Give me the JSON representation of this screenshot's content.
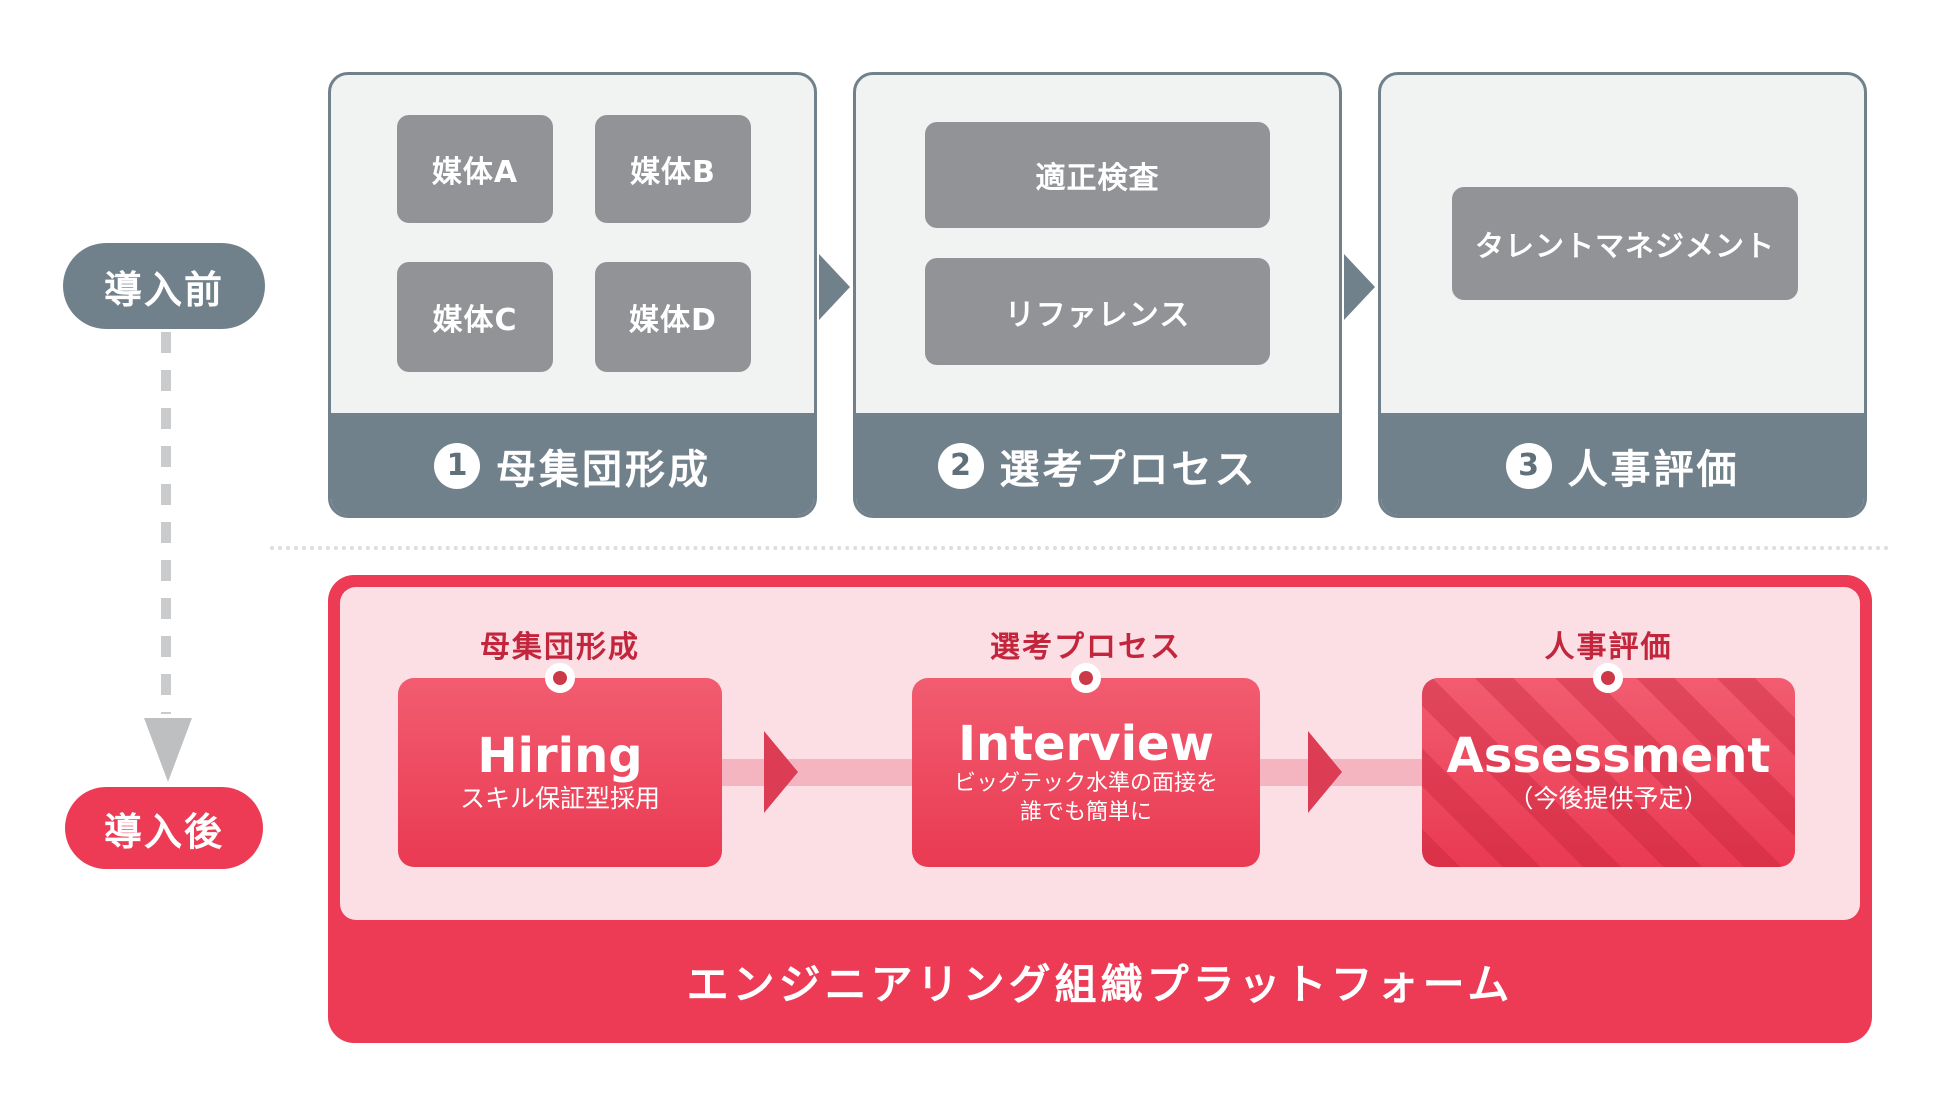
{
  "before": {
    "pill": "導入前",
    "cards": [
      {
        "number": "1",
        "title": "母集団形成",
        "items": [
          "媒体A",
          "媒体B",
          "媒体C",
          "媒体D"
        ]
      },
      {
        "number": "2",
        "title": "選考プロセス",
        "items": [
          "適正検査",
          "リファレンス"
        ]
      },
      {
        "number": "3",
        "title": "人事評価",
        "items": [
          "タレントマネジメント"
        ]
      }
    ]
  },
  "after": {
    "pill": "導入後",
    "steps": [
      {
        "tag": "母集団形成",
        "title": "Hiring",
        "subtitle": "スキル保証型採用"
      },
      {
        "tag": "選考プロセス",
        "title": "Interview",
        "subtitle": "ビッグテック水準の面接を\n誰でも簡単に"
      },
      {
        "tag": "人事評価",
        "title": "Assessment",
        "subtitle": "（今後提供予定）"
      }
    ],
    "platform_label": "エンジニアリング組織プラットフォーム"
  },
  "colors": {
    "slate": "#71818B",
    "card_body": "#F1F2F2",
    "gray_box": "#919396",
    "red": "#EE3B55",
    "pink": "#FBDFE4",
    "crimson_label": "#C3253C",
    "red_gradient_top": "#F25C70",
    "red_gradient_bottom": "#E93A52",
    "arrow_band": "#F5B5C0",
    "arrow_triangle": "#DC3D54",
    "connector_dot": "#CB3A46",
    "dashed_gray": "#C9CBCC"
  }
}
